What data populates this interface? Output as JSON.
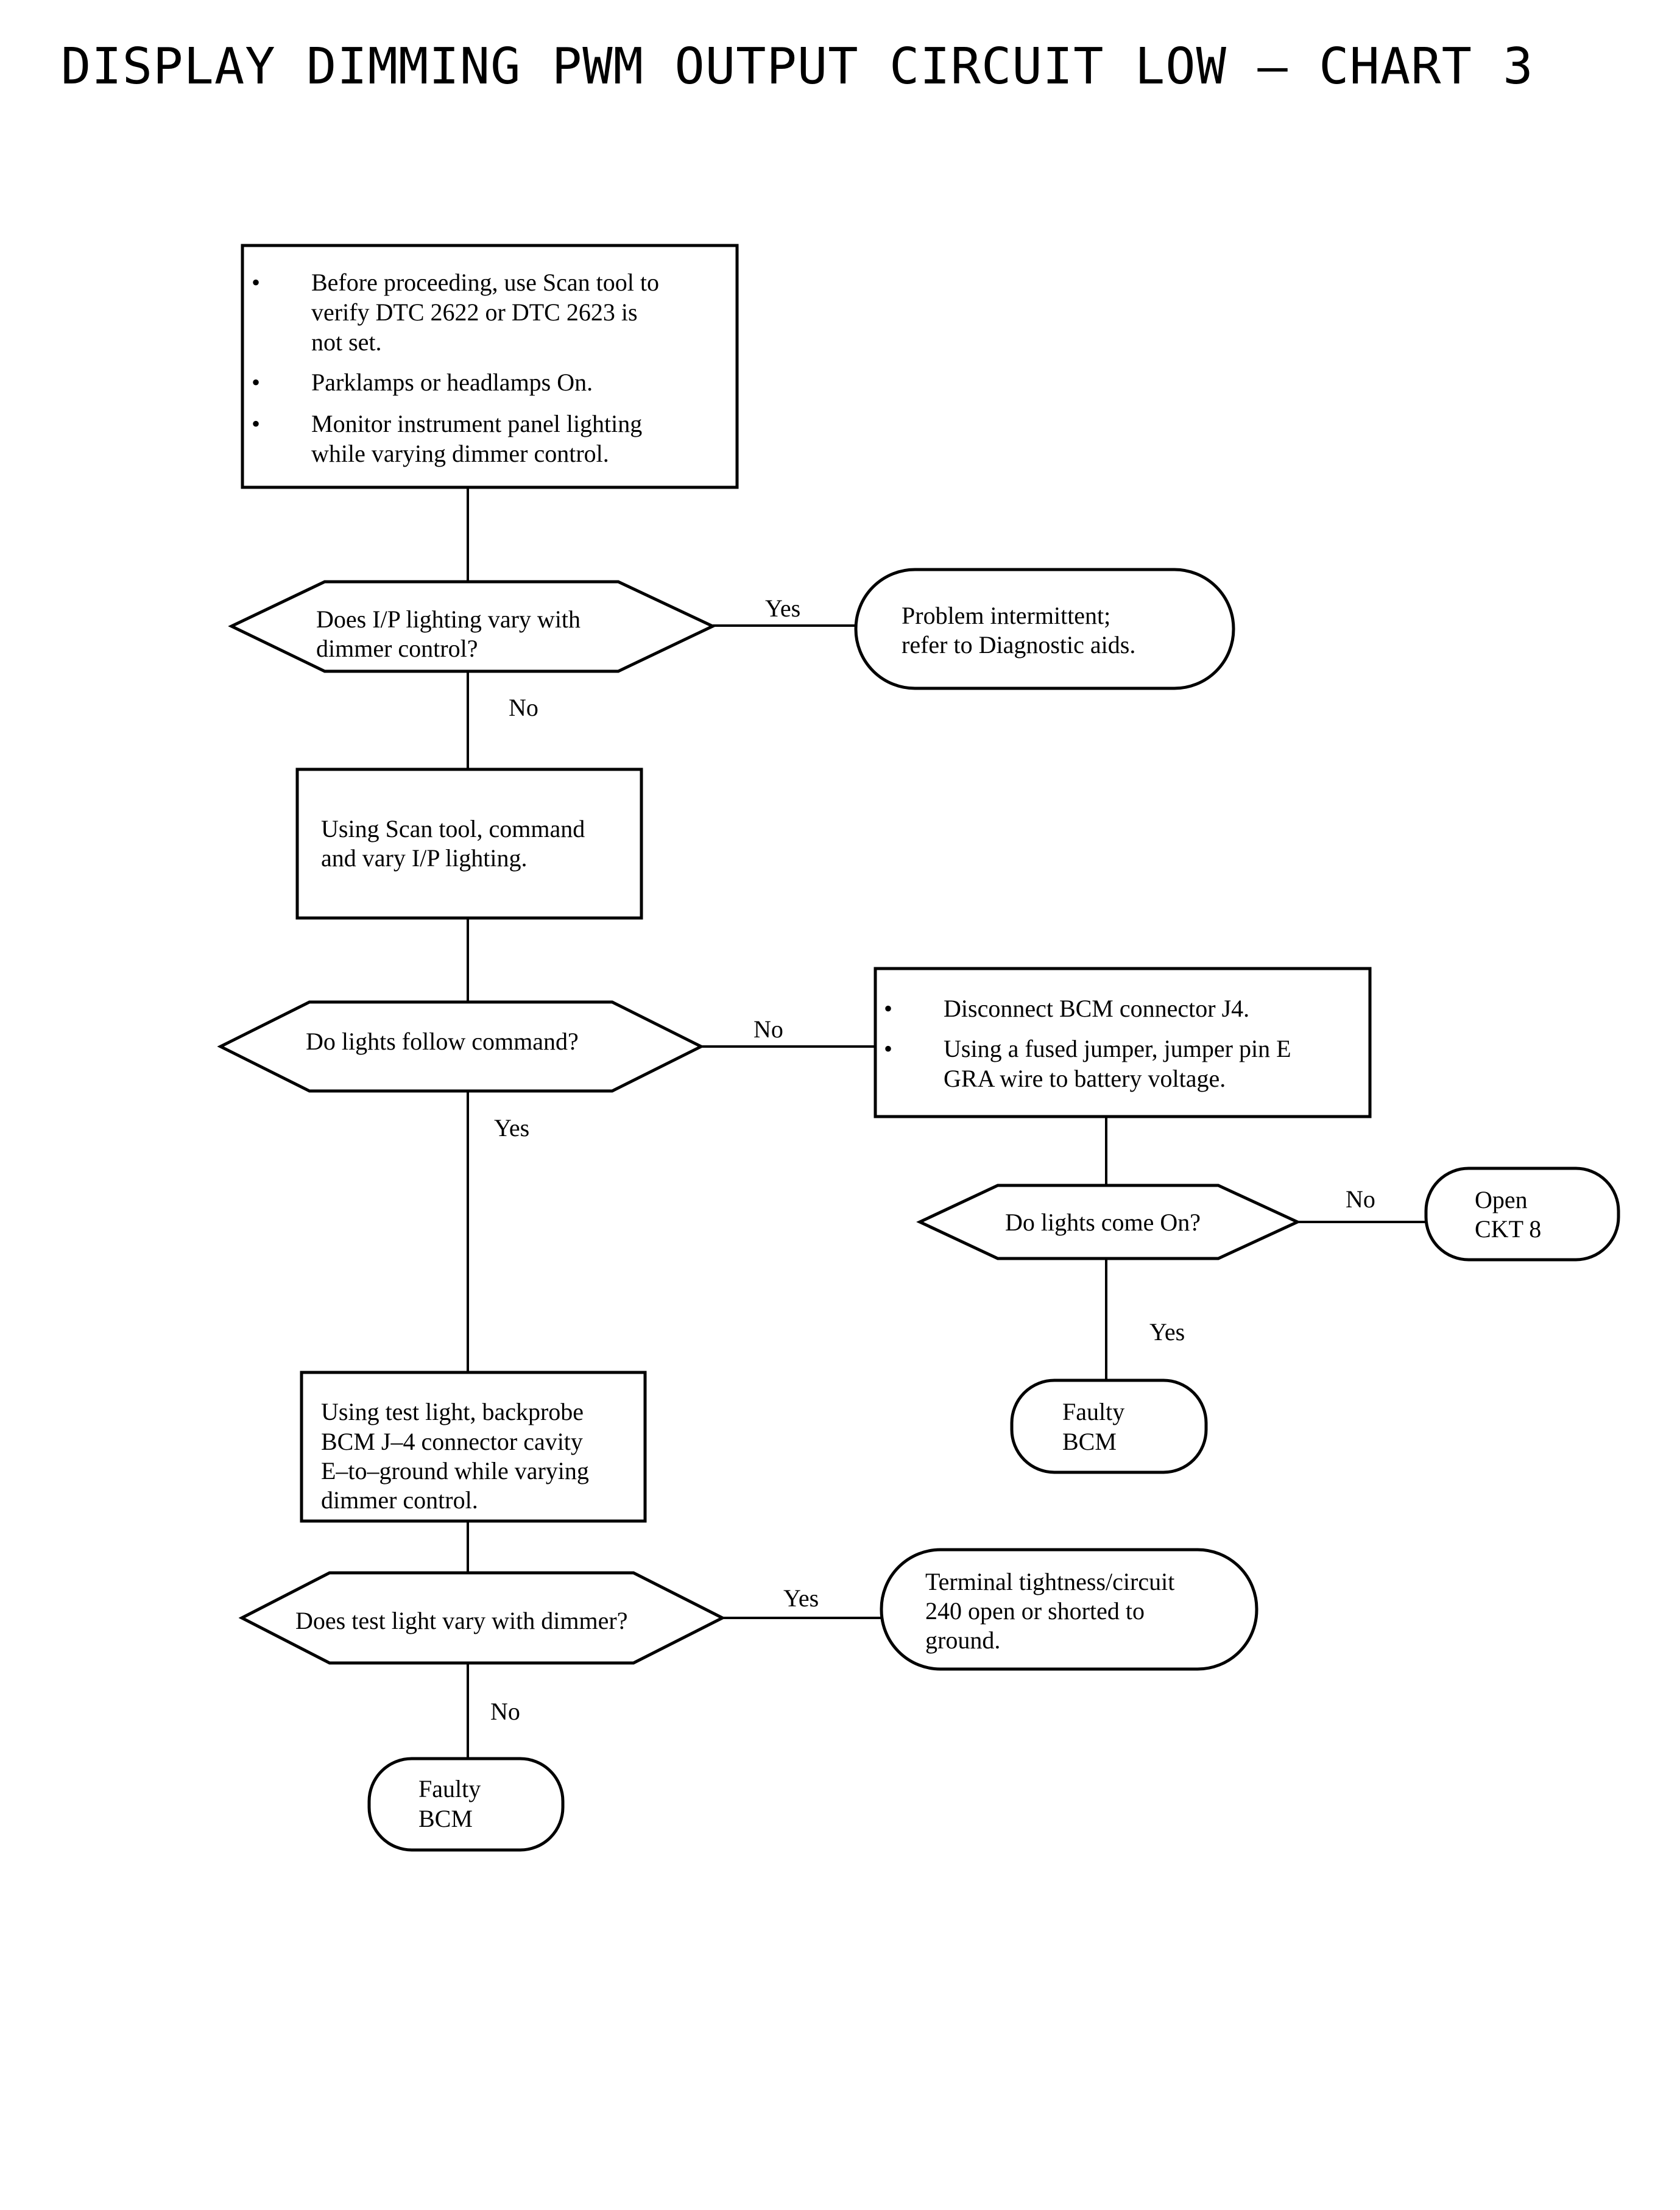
{
  "title": "DISPLAY DIMMING PWM OUTPUT CIRCUIT LOW – CHART 3",
  "nodes": {
    "start": {
      "bullets": [
        [
          "Before proceeding, use Scan tool to",
          "verify DTC 2622 or DTC 2623 is",
          "not set."
        ],
        [
          "Parklamps or headlamps On."
        ],
        [
          "Monitor instrument panel lighting",
          "while varying dimmer control."
        ]
      ]
    },
    "q1": {
      "lines": [
        "Does I/P lighting vary with",
        "dimmer control?"
      ]
    },
    "t_intermittent": {
      "lines": [
        "Problem intermittent;",
        "refer to Diagnostic aids."
      ]
    },
    "scan_step": {
      "lines": [
        "Using Scan tool, command",
        "and vary I/P lighting."
      ]
    },
    "q2": {
      "lines": [
        "Do lights follow command?"
      ]
    },
    "jumper_step": {
      "bullets": [
        [
          "Disconnect BCM connector J4."
        ],
        [
          "Using a fused jumper, jumper pin E",
          "GRA wire to battery voltage."
        ]
      ]
    },
    "q3": {
      "lines": [
        "Do lights come On?"
      ]
    },
    "t_open": {
      "lines": [
        "Open",
        "CKT 8"
      ]
    },
    "t_faulty1": {
      "lines": [
        "Faulty",
        "BCM"
      ]
    },
    "testlight_step": {
      "lines": [
        "Using test light, backprobe",
        "BCM J–4 connector cavity",
        "E–to–ground while varying",
        "dimmer control."
      ]
    },
    "q4": {
      "lines": [
        "Does test light vary with dimmer?"
      ]
    },
    "t_terminal": {
      "lines": [
        "Terminal tightness/circuit",
        "240 open or shorted to",
        "ground."
      ]
    },
    "t_faulty2": {
      "lines": [
        "Faulty",
        "BCM"
      ]
    }
  },
  "edge_labels": {
    "q1_yes": "Yes",
    "q1_no": "No",
    "q2_no": "No",
    "q2_yes": "Yes",
    "q3_no": "No",
    "q3_yes": "Yes",
    "q4_yes": "Yes",
    "q4_no": "No"
  }
}
